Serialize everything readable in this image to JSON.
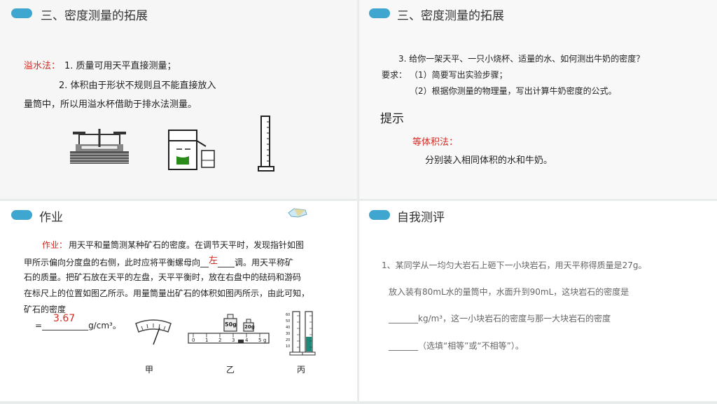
{
  "slide1": {
    "title": "三、密度测量的拓展",
    "label": "溢水法：",
    "line1": "1. 质量可用天平直接测量；",
    "line2": "2. 体积由于形状不规则且不能直接放入",
    "line3": "量筒中，所以用溢水杯借助于排水法测量。"
  },
  "slide2": {
    "title": "三、密度测量的拓展",
    "question": "3. 给你一架天平、一只小烧杯、适量的水、如何测出牛奶的密度？",
    "req_label": "要求：",
    "req1": "（1）简要写出实验步骤；",
    "req2": "（2）根据你测量的物理量，写出计算牛奶密度的公式。",
    "hint": "提示",
    "method_label": "等体积法：",
    "method_text": "分别装入相同体积的水和牛奶。"
  },
  "slide3": {
    "title": "作业",
    "label": "作业：",
    "l1": "用天平和量筒测某种矿石的密度。在调节天平时，发现指针如图",
    "l2_pre": "甲所示偏向分度盘的右侧，此时应将平衡螺母向",
    "l2_blank": "__",
    "l2_answer": "左",
    "l2_post": "____调。用天平称矿",
    "l3": "石的质量。把矿石放在天平的左盘，天平平衡时，放在右盘中的砝码和游码",
    "l4": "在标尺上的位置如图乙所示。用量筒量出矿石的体积如图丙所示，由此可知，",
    "l5": "矿石的密度",
    "ans_pre": "=",
    "ans_value": "3.67",
    "ans_blank": "___________",
    "ans_unit": "g/cm³。",
    "fig_a": "甲",
    "fig_b": "乙",
    "fig_c": "丙",
    "weight1": "50g",
    "weight2": "20g",
    "ruler_ticks": [
      "0",
      "1",
      "2",
      "3",
      "4",
      "5",
      "g"
    ],
    "cyl_ticks": [
      "60",
      "50",
      "40",
      "30",
      "20",
      "10"
    ]
  },
  "slide4": {
    "title": "自我测评",
    "q1": "1、某同学从一均匀大岩石上砸下一小块岩石，用天平称得质量是27g。",
    "q2": "放入装有80mL水的量筒中，水面升到90mL，这块岩石的密度是",
    "q3": "_______kg/m³，这一小块岩石的密度与那一大块岩石的密度",
    "q4": "_______（选填“相等”或“不相等”）。"
  },
  "colors": {
    "accent": "#3fa6cf",
    "red": "#d62a22",
    "water": "#2a8a1a",
    "teal": "#1f8a7a"
  }
}
